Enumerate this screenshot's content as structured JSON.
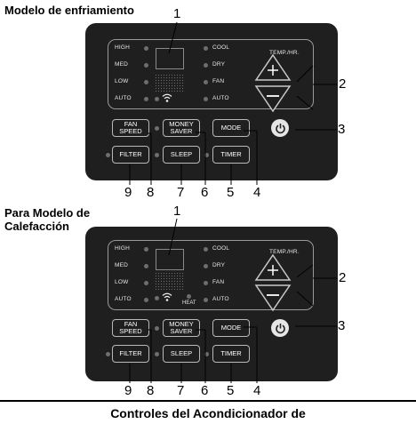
{
  "diagrams": [
    {
      "heading": "Modelo de enfriamiento",
      "left_indicators": [
        "HIGH",
        "MED",
        "LOW",
        "AUTO"
      ],
      "right_indicators": [
        "COOL",
        "DRY",
        "FAN",
        "AUTO"
      ],
      "temp_label": "TEMP./HR.",
      "plus_symbol": "+",
      "minus_symbol": "−",
      "buttons": {
        "fan_speed": [
          "FAN",
          "SPEED"
        ],
        "money_saver": [
          "MONEY",
          "SAVER"
        ],
        "mode": "MODE",
        "filter": "FILTER",
        "sleep": "SLEEP",
        "timer": "TIMER"
      },
      "callouts": [
        "1",
        "2",
        "3",
        "4",
        "5",
        "6",
        "7",
        "8",
        "9"
      ],
      "heat_label": ""
    },
    {
      "heading": "Para Modelo de Calefacción",
      "left_indicators": [
        "HIGH",
        "MED",
        "LOW",
        "AUTO"
      ],
      "right_indicators": [
        "COOL",
        "DRY",
        "FAN",
        "AUTO"
      ],
      "temp_label": "TEMP./HR.",
      "plus_symbol": "+",
      "minus_symbol": "−",
      "buttons": {
        "fan_speed": [
          "FAN",
          "SPEED"
        ],
        "money_saver": [
          "MONEY",
          "SAVER"
        ],
        "mode": "MODE",
        "filter": "FILTER",
        "sleep": "SLEEP",
        "timer": "TIMER"
      },
      "callouts": [
        "1",
        "2",
        "3",
        "4",
        "5",
        "6",
        "7",
        "8",
        "9"
      ],
      "heat_label": "HEAT"
    }
  ],
  "footer_title": "Controles del Acondicionador de"
}
